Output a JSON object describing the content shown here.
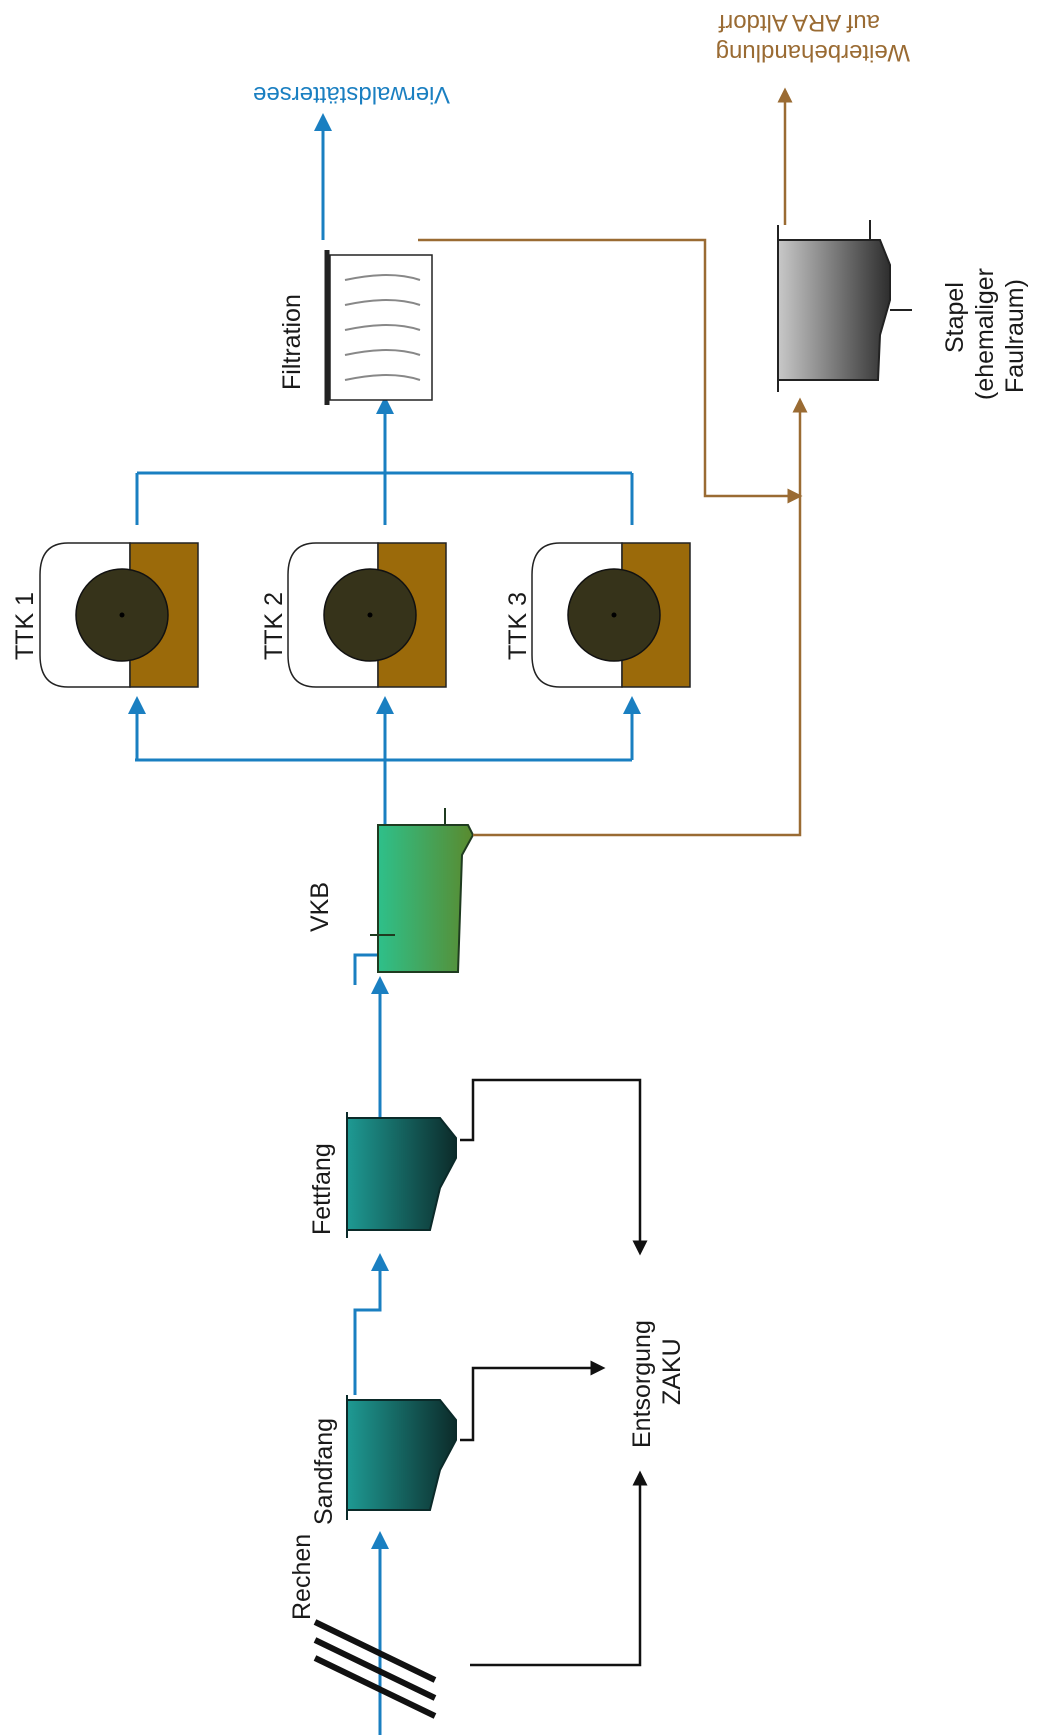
{
  "colors": {
    "water": "#1a7fc1",
    "sludge": "#9a6b33",
    "waste": "#111111",
    "sandfang_fill": "#1d8a85",
    "vkb_fill": "#2fb37c",
    "ttk_drum": "#36331a",
    "ttk_basin": "#9b6a0a",
    "stapel_fill": "#8a8a8a"
  },
  "labels": {
    "rechen": "Rechen",
    "sandfang": "Sandfang",
    "fettfang": "Fettfang",
    "vkb": "VKB",
    "ttk1": "TTK 1",
    "ttk2": "TTK 2",
    "ttk3": "TTK 3",
    "filtration": "Filtration",
    "entsorgung_line1": "Entsorgung",
    "entsorgung_line2": "ZAKU",
    "stapel_line1": "Stapel",
    "stapel_line2": "(ehemaliger",
    "stapel_line3": "Faulraum)",
    "vierwaldstaettersee": "Vierwaldstättersee",
    "weiterbehandlung_line1": "Weiterbehandlung",
    "weiterbehandlung_line2": "auf ARA Altdorf"
  }
}
